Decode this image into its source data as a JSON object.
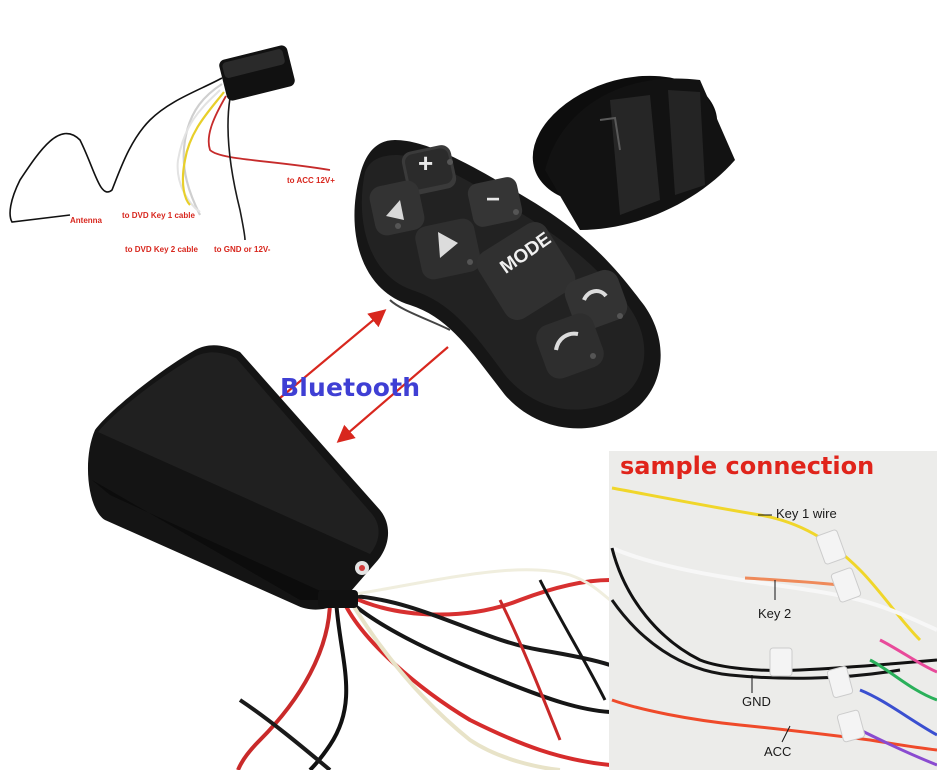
{
  "diagram_labels": {
    "antenna": "Antenna",
    "dvd_key1": "to DVD Key 1 cable",
    "dvd_key2": "to DVD Key 2 cable",
    "acc": "to ACC 12V+",
    "gnd": "to GND or 12V-"
  },
  "bluetooth_label": "Bluetooth",
  "remote_buttons": {
    "plus": "+",
    "minus": "−",
    "mode": "MODE"
  },
  "sample": {
    "title": "sample connection",
    "key1": "Key 1 wire",
    "key2": "Key 2",
    "gnd": "GND",
    "acc": "ACC"
  },
  "colors": {
    "label_red": "#d8271e",
    "bluetooth_blue": "#3f3fd4",
    "title_red": "#e0241b"
  }
}
